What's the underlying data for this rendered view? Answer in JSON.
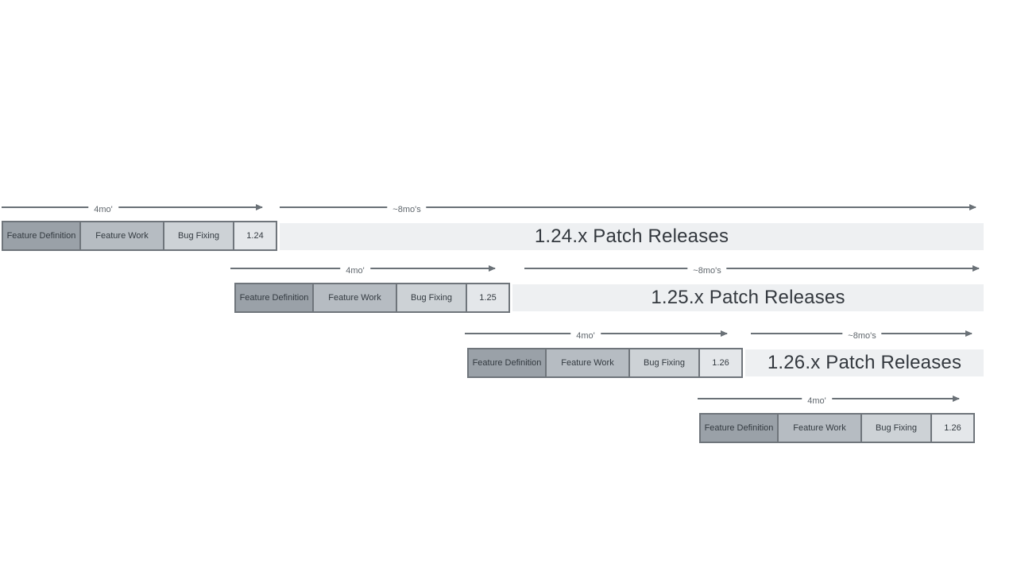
{
  "diagram": {
    "description_labels": {
      "feature_definition": "Feature Definition",
      "feature_work": "Feature Work",
      "bug_fixing": "Bug Fixing",
      "arrow_4mo": "4mo'",
      "arrow_8mo": "~8mo's"
    },
    "rows": [
      {
        "version": "1.24",
        "patch_label": "1.24.x Patch Releases"
      },
      {
        "version": "1.25",
        "patch_label": "1.25.x Patch Releases"
      },
      {
        "version": "1.26",
        "patch_label": "1.26.x Patch Releases"
      },
      {
        "version": "1.26",
        "patch_label": ""
      }
    ],
    "colors": {
      "feature_definition_box": "#9aa1a8",
      "feature_work_box": "#b6bcc2",
      "bug_fixing_box": "#cdd2d6",
      "version_box": "#e4e7ea",
      "patch_bar": "#eef0f2",
      "box_border": "#6f757b",
      "arrow": "#6a7177",
      "box_text": "#333a40",
      "patch_text": "#33383e",
      "arrow_label_text": "#5f666c"
    }
  }
}
